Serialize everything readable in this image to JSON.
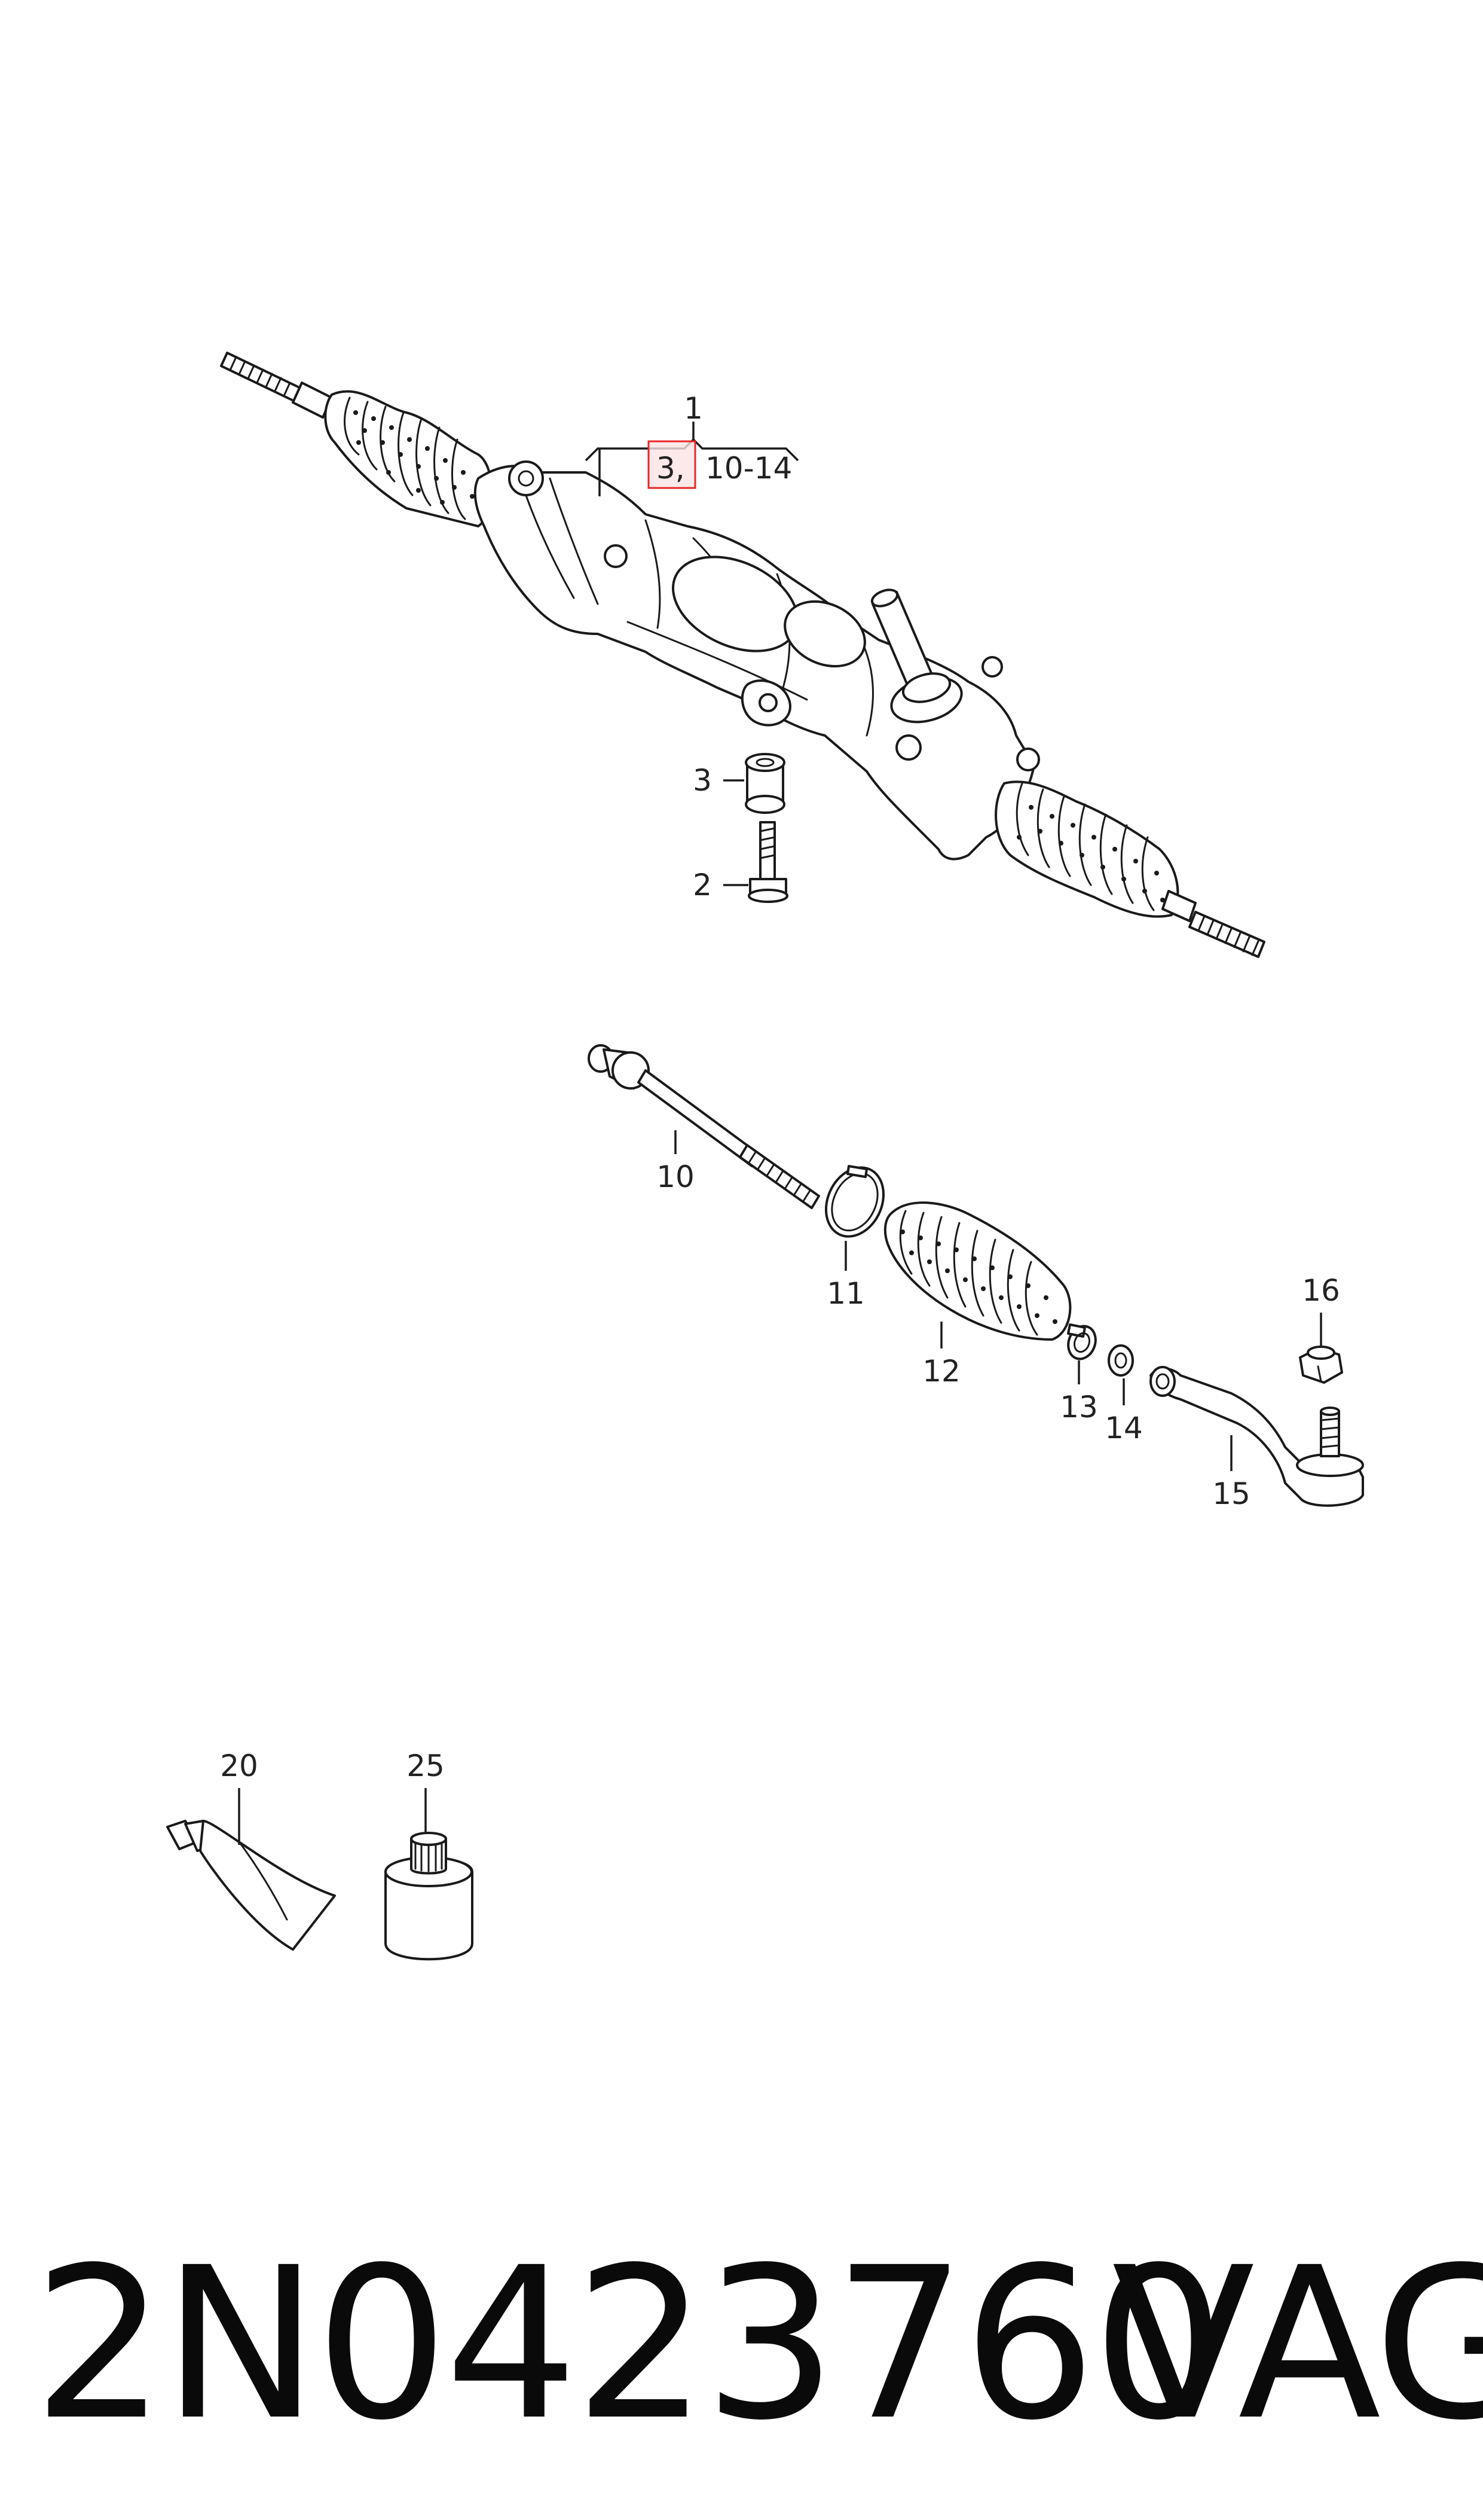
{
  "callouts": {
    "c1": "1",
    "c1_refs_a": "3,",
    "c1_refs_b": "10-14",
    "c2": "2",
    "c3": "3",
    "c10": "10",
    "c11": "11",
    "c12": "12",
    "c13": "13",
    "c14": "14",
    "c15": "15",
    "c16": "16",
    "c20": "20",
    "c25": "25"
  },
  "highlight_color": "#e8262a",
  "footer": {
    "part_number": "2N0423760",
    "brand": "VAG"
  }
}
